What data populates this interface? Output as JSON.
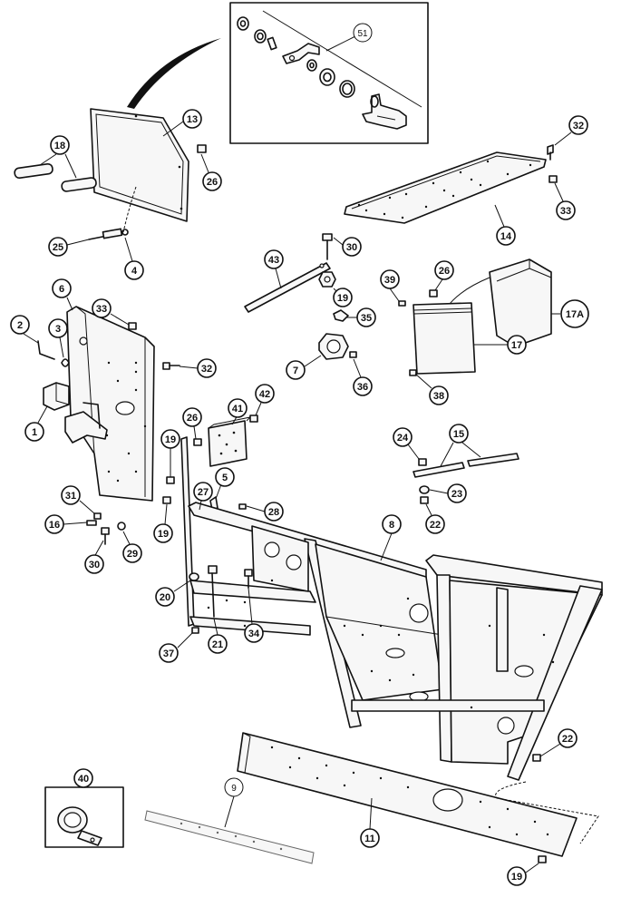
{
  "callouts": [
    {
      "id": "c51",
      "label": "51"
    },
    {
      "id": "c13",
      "label": "13"
    },
    {
      "id": "c18",
      "label": "18"
    },
    {
      "id": "c26a",
      "label": "26"
    },
    {
      "id": "c32a",
      "label": "32"
    },
    {
      "id": "c33a",
      "label": "33"
    },
    {
      "id": "c14",
      "label": "14"
    },
    {
      "id": "c25",
      "label": "25"
    },
    {
      "id": "c4",
      "label": "4"
    },
    {
      "id": "c30a",
      "label": "30"
    },
    {
      "id": "c43",
      "label": "43"
    },
    {
      "id": "c19a",
      "label": "19"
    },
    {
      "id": "c39",
      "label": "39"
    },
    {
      "id": "c26b",
      "label": "26"
    },
    {
      "id": "c17a",
      "label": "17A"
    },
    {
      "id": "c6",
      "label": "6"
    },
    {
      "id": "c33b",
      "label": "33"
    },
    {
      "id": "c2",
      "label": "2"
    },
    {
      "id": "c3",
      "label": "3"
    },
    {
      "id": "c35",
      "label": "35"
    },
    {
      "id": "c7",
      "label": "7"
    },
    {
      "id": "c32b",
      "label": "32"
    },
    {
      "id": "c36",
      "label": "36"
    },
    {
      "id": "c17",
      "label": "17"
    },
    {
      "id": "c38",
      "label": "38"
    },
    {
      "id": "c42",
      "label": "42"
    },
    {
      "id": "c41",
      "label": "41"
    },
    {
      "id": "c1",
      "label": "1"
    },
    {
      "id": "c26c",
      "label": "26"
    },
    {
      "id": "c19b",
      "label": "19"
    },
    {
      "id": "c24",
      "label": "24"
    },
    {
      "id": "c15",
      "label": "15"
    },
    {
      "id": "c5",
      "label": "5"
    },
    {
      "id": "c27",
      "label": "27"
    },
    {
      "id": "c23",
      "label": "23"
    },
    {
      "id": "c31",
      "label": "31"
    },
    {
      "id": "c28",
      "label": "28"
    },
    {
      "id": "c22a",
      "label": "22"
    },
    {
      "id": "c16",
      "label": "16"
    },
    {
      "id": "c19c",
      "label": "19"
    },
    {
      "id": "c8",
      "label": "8"
    },
    {
      "id": "c30b",
      "label": "30"
    },
    {
      "id": "c29",
      "label": "29"
    },
    {
      "id": "c20",
      "label": "20"
    },
    {
      "id": "c21",
      "label": "21"
    },
    {
      "id": "c34",
      "label": "34"
    },
    {
      "id": "c37",
      "label": "37"
    },
    {
      "id": "c22b",
      "label": "22"
    },
    {
      "id": "c40",
      "label": "40"
    },
    {
      "id": "c9",
      "label": "9"
    },
    {
      "id": "c11",
      "label": "11"
    },
    {
      "id": "c19d",
      "label": "19"
    }
  ]
}
